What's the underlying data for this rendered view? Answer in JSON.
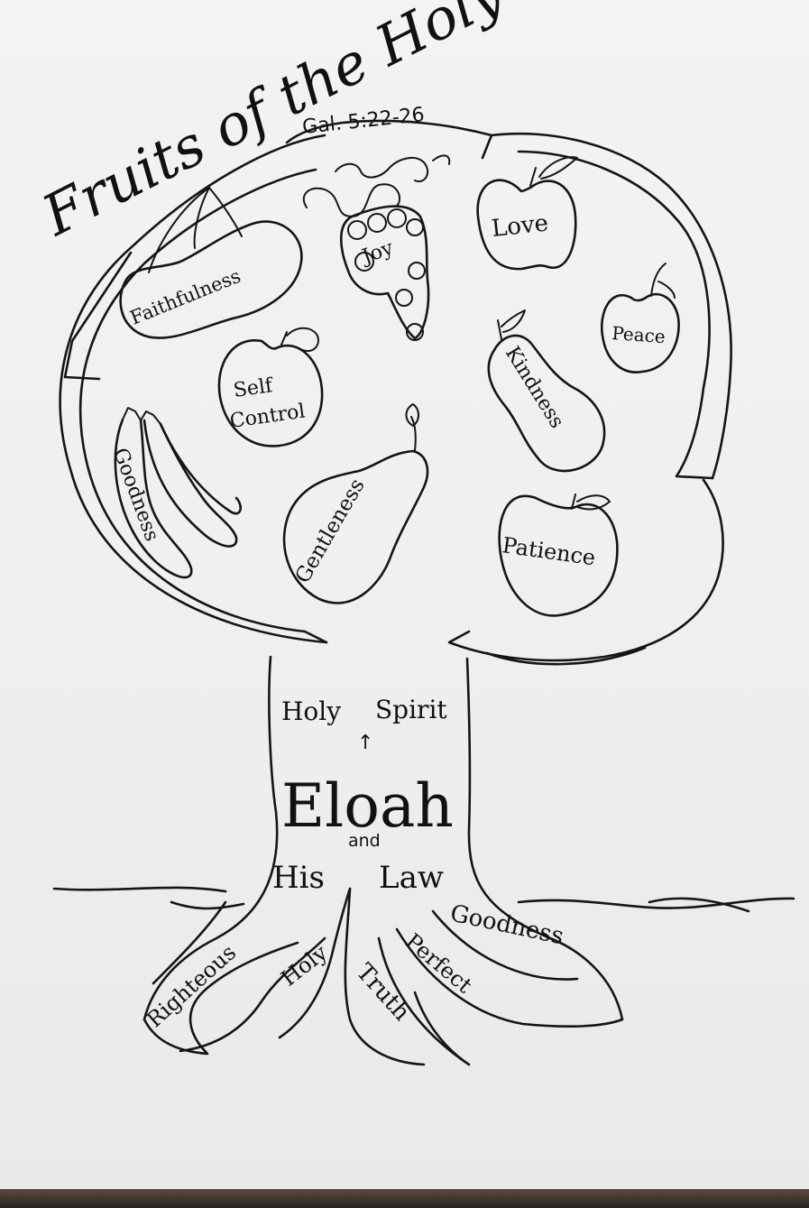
{
  "title": "Fruits of the Holy Spirit",
  "reference": "Gal. 5:22-26",
  "fruits": {
    "faithfulness": "Faithfulness",
    "joy": "Joy",
    "love": "Love",
    "peace": "Peace",
    "self_control_line1": "Self",
    "self_control_line2": "Control",
    "kindness": "Kindness",
    "goodness": "Goodness",
    "gentleness": "Gentleness",
    "patience": "Patience"
  },
  "trunk": {
    "holy": "Holy",
    "spirit": "Spirit",
    "arrow": "↑",
    "eloah": "Eloah",
    "and": "and",
    "his": "His",
    "law": "Law"
  },
  "roots": {
    "righteous": "Righteous",
    "holy": "Holy",
    "truth": "Truth",
    "perfect": "Perfect",
    "goodness": "Goodness"
  }
}
